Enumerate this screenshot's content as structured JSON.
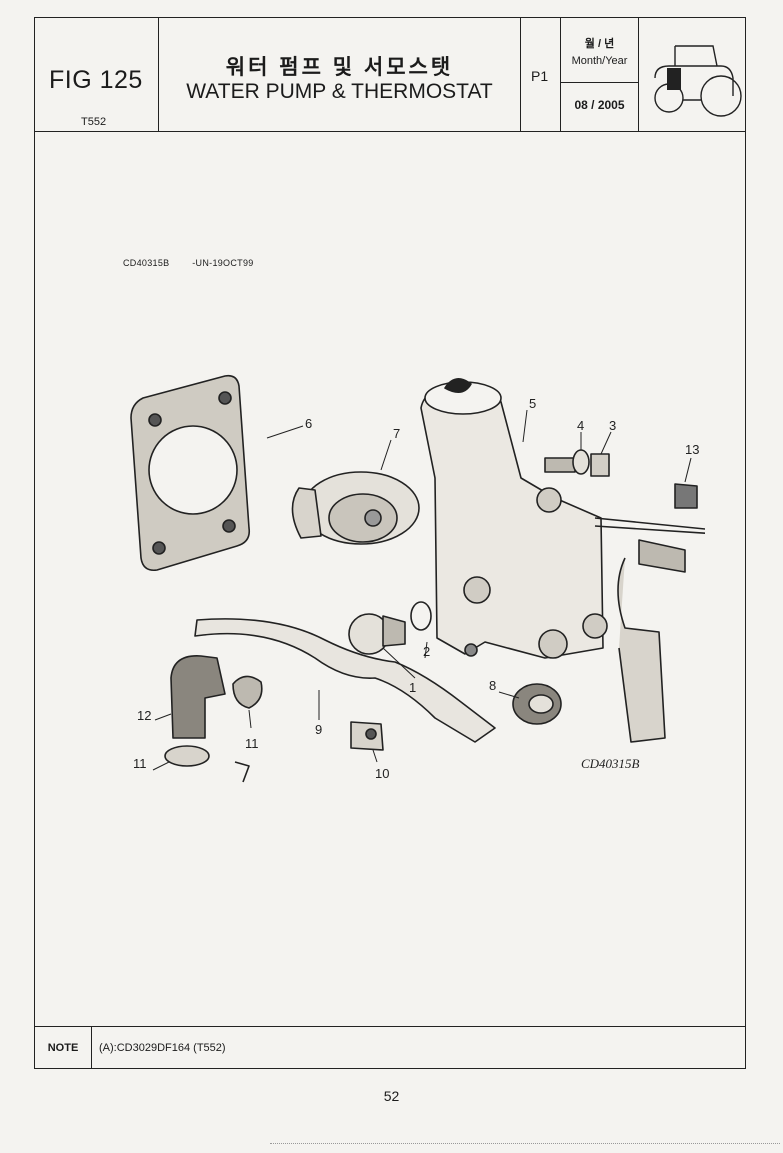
{
  "header": {
    "fig_label": "FIG 125",
    "model": "T552",
    "title_korean": "워터 펌프 및 서모스탯",
    "title_english": "WATER PUMP & THERMOSTAT",
    "page_code": "P1",
    "date_label_korean": "월 / 년",
    "date_label_english": "Month/Year",
    "date_value": "08 / 2005"
  },
  "diagram": {
    "reference_code": "CD40315B",
    "reference_note": "-UN-19OCT99",
    "caption": "CD40315B",
    "callouts": [
      "6",
      "7",
      "5",
      "4",
      "3",
      "13",
      "2",
      "1",
      "8",
      "12",
      "11",
      "9",
      "10",
      "11"
    ]
  },
  "note": {
    "label": "NOTE",
    "text": "(A):CD3029DF164 (T552)"
  },
  "footer": {
    "page_number": "52"
  }
}
